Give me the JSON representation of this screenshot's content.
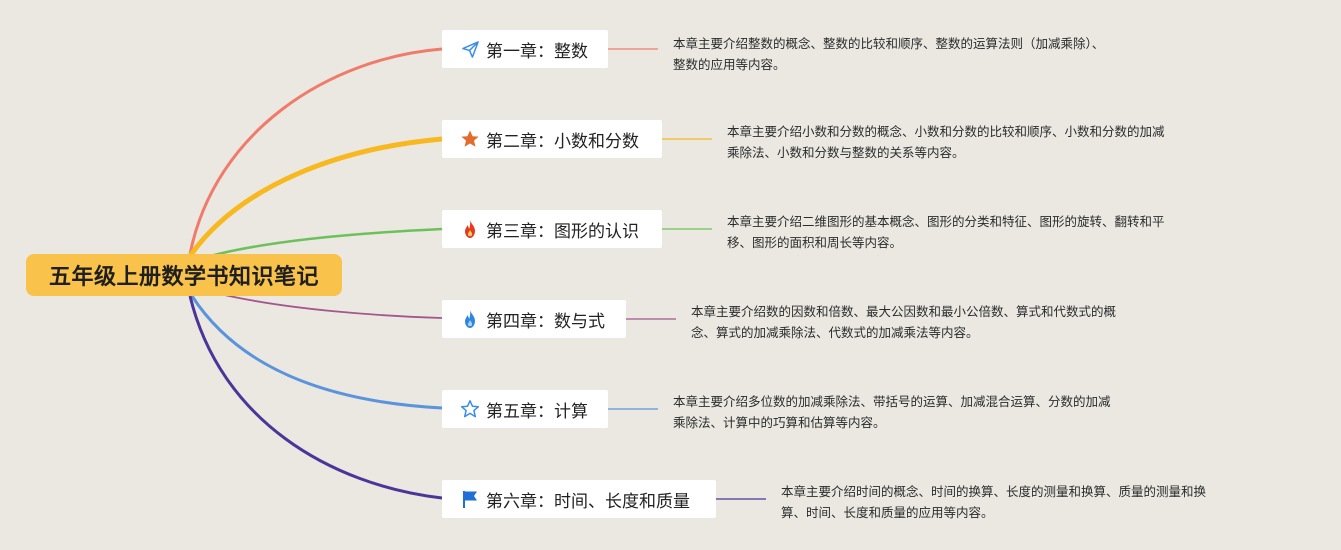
{
  "title": "五年级上册数学书知识笔记",
  "chapters": [
    {
      "label": "第一章：整数",
      "icon": "paper-plane-icon",
      "color": "#f07b6a",
      "desc": [
        "本章主要介绍整数的概念、整数的比较和顺序、整数的运算法则（加减乘除）、",
        "整数的应用等内容。"
      ]
    },
    {
      "label": "第二章：小数和分数",
      "icon": "star-filled-icon",
      "color": "#f8b820",
      "desc": [
        "本章主要介绍小数和分数的概念、小数和分数的比较和顺序、小数和分数的加减",
        "乘除法、小数和分数与整数的关系等内容。"
      ]
    },
    {
      "label": "第三章：图形的认识",
      "icon": "fire-icon",
      "color": "#6cc15a",
      "desc": [
        "本章主要介绍二维图形的基本概念、图形的分类和特征、图形的旋转、翻转和平",
        "移、图形的面积和周长等内容。"
      ]
    },
    {
      "label": "第四章：数与式",
      "icon": "flame-icon",
      "color": "#a4568e",
      "desc": [
        "本章主要介绍数的因数和倍数、最大公因数和最小公倍数、算式和代数式的概",
        "念、算式的加减乘除法、代数式的加减乘法等内容。"
      ]
    },
    {
      "label": "第五章：计算",
      "icon": "star-outline-icon",
      "color": "#5b94dc",
      "desc": [
        "本章主要介绍多位数的加减乘除法、带括号的运算、加减混合运算、分数的加减",
        "乘除法、计算中的巧算和估算等内容。"
      ]
    },
    {
      "label": "第六章：时间、长度和质量",
      "icon": "flag-icon",
      "color": "#4b3598",
      "desc": [
        "本章主要介绍时间的概念、时间的换算、长度的测量和换算、质量的测量和换",
        "算、时间、长度和质量的应用等内容。"
      ]
    }
  ]
}
